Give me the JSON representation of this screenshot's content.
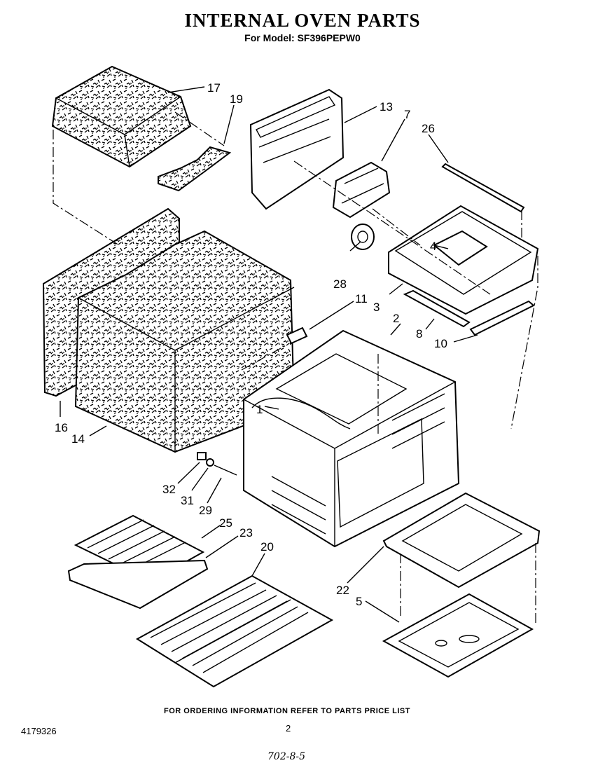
{
  "header": {
    "title": "INTERNAL OVEN PARTS",
    "model": "For Model: SF396PEPW0"
  },
  "parts": {
    "p1": "1",
    "p2": "2",
    "p3": "3",
    "p4": "4",
    "p5": "5",
    "p7": "7",
    "p8": "8",
    "p10": "10",
    "p11": "11",
    "p13": "13",
    "p14": "14",
    "p16": "16",
    "p17": "17",
    "p19": "19",
    "p20": "20",
    "p22": "22",
    "p23": "23",
    "p25": "25",
    "p26": "26",
    "p28": "28",
    "p29": "29",
    "p31": "31",
    "p32": "32"
  },
  "footer": {
    "ordering_note": "FOR ORDERING INFORMATION REFER TO PARTS PRICE LIST",
    "doc_number": "4179326",
    "page_number": "2",
    "handwritten": "702-8-5"
  }
}
